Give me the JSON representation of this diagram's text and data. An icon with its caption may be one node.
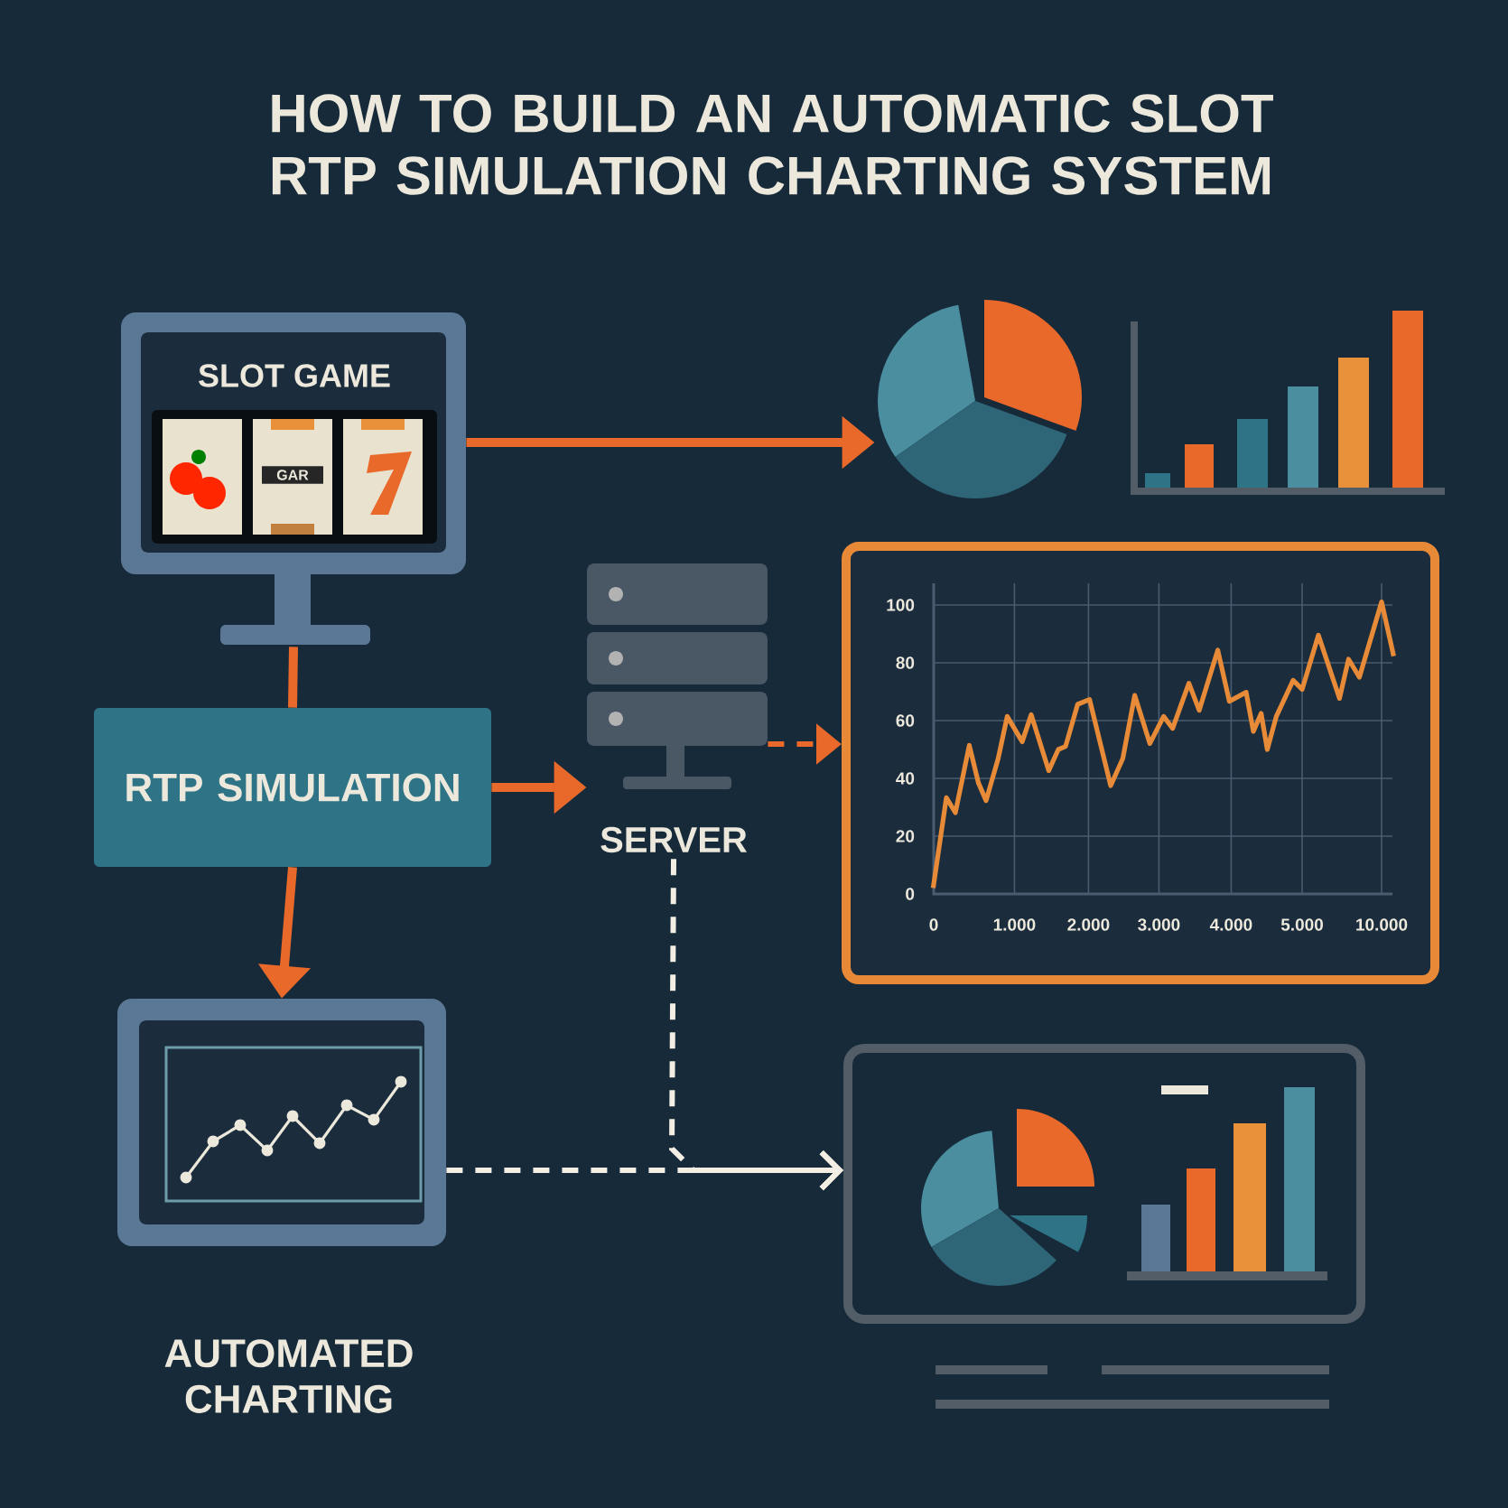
{
  "diagram": {
    "title": "HOW TO BUILD AN AUTOMATIC SLOT RTP SIMULATION CHARTING SYSTEM",
    "nodes": [
      {
        "text": [
          "SLOT GAME"
        ]
      },
      {
        "text": [
          "RTP SIMULATION"
        ]
      },
      {
        "text": [
          "SERVER"
        ]
      },
      {
        "text": [],
        "shape": "picture"
      },
      {
        "text": [],
        "shape": "box"
      },
      {
        "text": [
          "AUTOMATED CHARTING"
        ]
      },
      {
        "text": [],
        "shape": "picture"
      }
    ],
    "edges": [
      {
        "from": 0,
        "to": 1,
        "arrow": "none"
      },
      {
        "from": 0,
        "to": 3,
        "arrow": "to"
      },
      {
        "from": 1,
        "to": 2,
        "arrow": "to"
      },
      {
        "from": 1,
        "to": 5,
        "arrow": "to"
      },
      {
        "from": 2,
        "to": 4,
        "arrow": "to",
        "style": "dashed"
      },
      {
        "from": 2,
        "to": 6,
        "arrow": "to",
        "style": "dashed",
        "color": "#f2eee4"
      },
      {
        "from": 5,
        "to": 6,
        "arrow": "to",
        "style": "dashed",
        "color": "#f2eee4"
      }
    ],
    "labels": [
      "GAR",
      "100",
      "80",
      "60",
      "40",
      "20",
      "0",
      "0",
      "1.000",
      "2.000",
      "3.000",
      "4.000",
      "5.000",
      "10.000"
    ]
  }
}
